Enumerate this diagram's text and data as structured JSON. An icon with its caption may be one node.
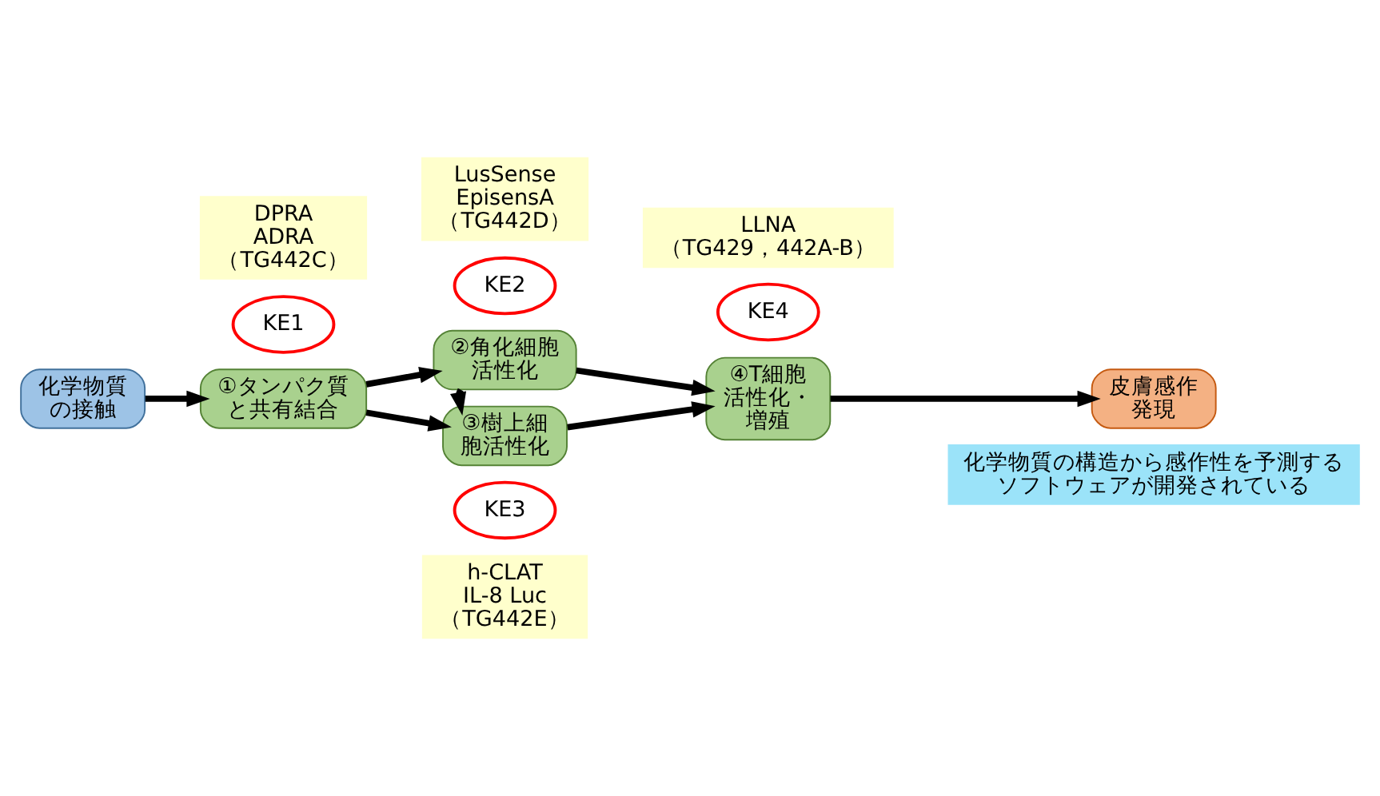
{
  "diagram": {
    "nodes": [
      {
        "text": [
          "LusSense",
          "EpisensA",
          "（TG442D）"
        ]
      },
      {
        "text": [
          "DPRA",
          "ADRA",
          "（TG442C）"
        ]
      },
      {
        "text": [
          "KE2"
        ]
      },
      {
        "text": [
          "LLNA",
          "（TG429，442A-B）"
        ]
      },
      {
        "text": [
          "KE1"
        ]
      },
      {
        "text": [
          "②角化細胞活性化"
        ]
      },
      {
        "text": [
          "KE4"
        ]
      },
      {
        "text": [
          "化学物質の接触"
        ]
      },
      {
        "text": [
          "①タンパク質と共有結合"
        ]
      },
      {
        "text": [
          "④T細胞活性化・増殖"
        ]
      },
      {
        "text": [
          "皮膚感作発現"
        ]
      },
      {
        "text": [
          "③樹上細胞活性化"
        ]
      },
      {
        "text": [
          "KE3"
        ]
      },
      {
        "text": [
          "h-CLAT",
          "IL-8 Luc",
          "（TG442E）"
        ]
      },
      {
        "text": [
          "化学物質の構造から感作性を予測するソフトウェアが開発されている"
        ]
      }
    ],
    "edges": [
      {
        "from": 7,
        "to": 8,
        "arrow": "to"
      },
      {
        "from": 8,
        "to": 5,
        "arrow": "to"
      },
      {
        "from": 8,
        "to": 11,
        "arrow": "to"
      },
      {
        "from": 5,
        "to": 11,
        "arrow": "to"
      },
      {
        "from": 5,
        "to": 9,
        "arrow": "to"
      },
      {
        "from": 11,
        "to": 9,
        "arrow": "to"
      },
      {
        "from": 9,
        "to": 10,
        "arrow": "to"
      }
    ]
  }
}
